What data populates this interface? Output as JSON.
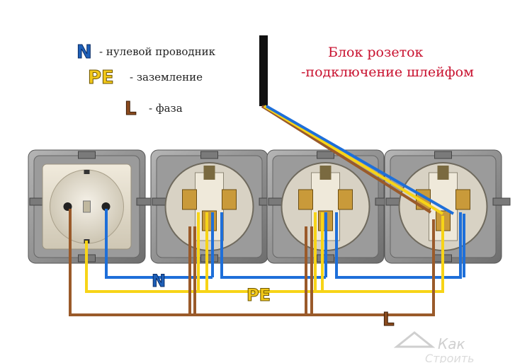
{
  "legend": {
    "n": {
      "letter": "N",
      "text": "- нулевой проводник",
      "color": "#1d5fb8"
    },
    "pe": {
      "letter": "PE",
      "text": "- заземление",
      "color": "#f2c81a"
    },
    "l": {
      "letter": "L",
      "text": "- фаза",
      "color": "#8a4a1e"
    }
  },
  "title": {
    "line1": "Блок розеток",
    "line2": "-подключение шлейфом",
    "color": "#c8102e"
  },
  "wire_labels": {
    "n": "N",
    "pe": "PE",
    "l": "L"
  },
  "watermark": {
    "line1": "Как",
    "line2": "Строить"
  },
  "colors": {
    "neutral": "#1e6fd9",
    "earth": "#f7d417",
    "phase": "#9a5a2a",
    "frame": "#8e8e8e",
    "cable": "#111111"
  }
}
